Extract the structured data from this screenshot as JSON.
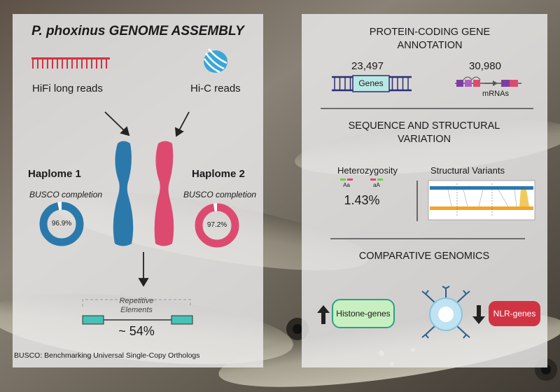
{
  "left": {
    "title": "P. phoxinus GENOME ASSEMBLY",
    "hifi_label": "HiFi long reads",
    "hic_label": "Hi-C reads",
    "hap1": {
      "title": "Haplome 1",
      "busco_label": "BUSCO completion",
      "busco_text": "96.9%",
      "busco_value": 96.9
    },
    "hap2": {
      "title": "Haplome 2",
      "busco_label": "BUSCO completion",
      "busco_text": "97.2%",
      "busco_value": 97.2
    },
    "repeat_label_1": "Repetitive",
    "repeat_label_2": "Elements",
    "repeat_percent": "~ 54%",
    "footnote": "BUSCO: Benchmarking Universal Single-Copy Orthologs"
  },
  "right": {
    "annotation_title_1": "PROTEIN-CODING GENE",
    "annotation_title_2": "ANNOTATION",
    "genes_count": "23,497",
    "genes_label": "Genes",
    "mrna_count": "30,980",
    "mrna_label": "mRNAs",
    "variation_title_1": "SEQUENCE  AND STRUCTURAL",
    "variation_title_2": "VARIATION",
    "het_label": "Heterozygosity",
    "allele_1": "Aa",
    "allele_2": "aA",
    "het_value": "1.43%",
    "sv_label": "Structural Variants",
    "comparative_title": "COMPARATIVE GENOMICS",
    "histone_label": "Histone-genes",
    "nlr_label": "NLR-genes"
  },
  "colors": {
    "blue": "#2b79ab",
    "pink": "#dd4a70",
    "teal": "#46c2b8",
    "red": "#d03442"
  }
}
